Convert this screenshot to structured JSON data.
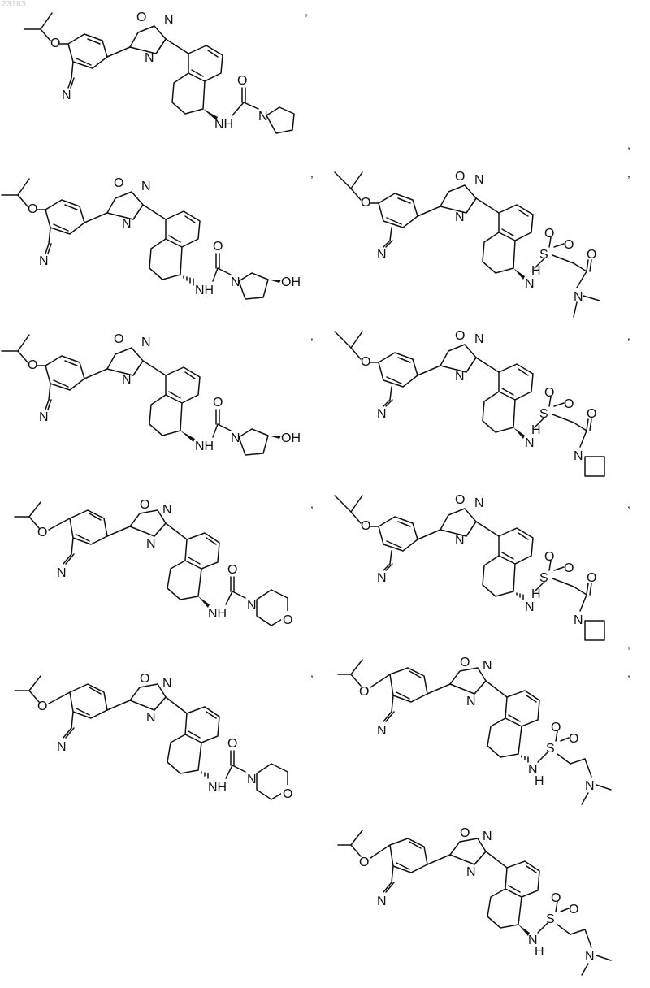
{
  "page_number": "23183",
  "separator": ",",
  "atom_labels": {
    "o": "O",
    "n": "N",
    "nh": "NH",
    "n_h": "N",
    "h": "H",
    "s": "S",
    "oh": "OH",
    "o2": "O"
  },
  "compounds": [
    {
      "id": "c1",
      "substituent": "urea-pyrrolidine",
      "stereo": "wedge"
    },
    {
      "id": "c2",
      "substituent": "urea-3-hydroxypyrrolidine",
      "stereo": "hash"
    },
    {
      "id": "c3",
      "substituent": "sulfonamide-acetyl-dimethylamine",
      "stereo": "wedge"
    },
    {
      "id": "c4",
      "substituent": "urea-3-hydroxypyrrolidine",
      "stereo": "wedge"
    },
    {
      "id": "c5",
      "substituent": "sulfonamide-acetyl-azetidine",
      "stereo": "wedge"
    },
    {
      "id": "c6",
      "substituent": "urea-morpholine",
      "stereo": "wedge"
    },
    {
      "id": "c7",
      "substituent": "sulfonamide-acetyl-azetidine",
      "stereo": "hash"
    },
    {
      "id": "c8",
      "substituent": "urea-morpholine",
      "stereo": "hash"
    },
    {
      "id": "c9",
      "substituent": "sulfonamide-ethyl-dimethylamine",
      "stereo": "hash"
    },
    {
      "id": "c10",
      "substituent": "sulfonamide-ethyl-dimethylamine",
      "stereo": "wedge"
    }
  ]
}
